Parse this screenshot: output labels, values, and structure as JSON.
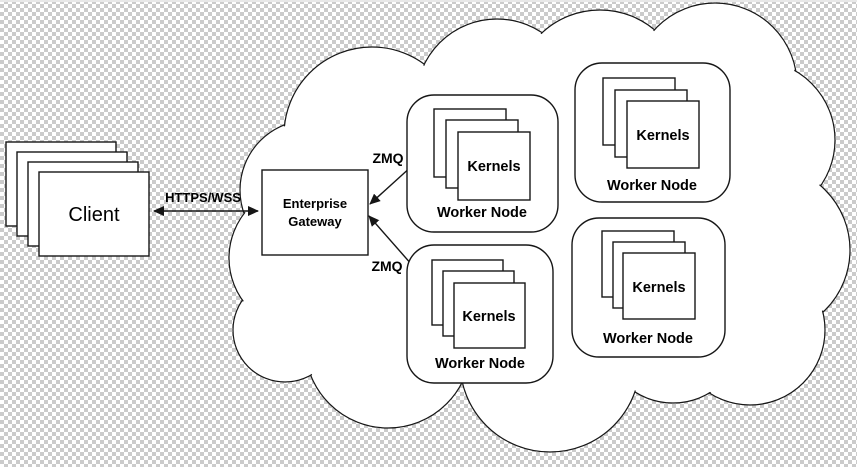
{
  "client": {
    "label": "Client"
  },
  "gateway": {
    "line1": "Enterprise",
    "line2": "Gateway"
  },
  "links": {
    "client_gateway_label": "HTTPS/WSS",
    "zmq_top_label": "ZMQ",
    "zmq_bottom_label": "ZMQ"
  },
  "worker_nodes": [
    {
      "label": "Worker Node",
      "kernels_label": "Kernels"
    },
    {
      "label": "Worker Node",
      "kernels_label": "Kernels"
    },
    {
      "label": "Worker Node",
      "kernels_label": "Kernels"
    },
    {
      "label": "Worker Node",
      "kernels_label": "Kernels"
    }
  ],
  "colors": {
    "line": "#161616",
    "shape_fill": "#ffffff",
    "checker": "#cbcbcb",
    "text": "#000000"
  }
}
